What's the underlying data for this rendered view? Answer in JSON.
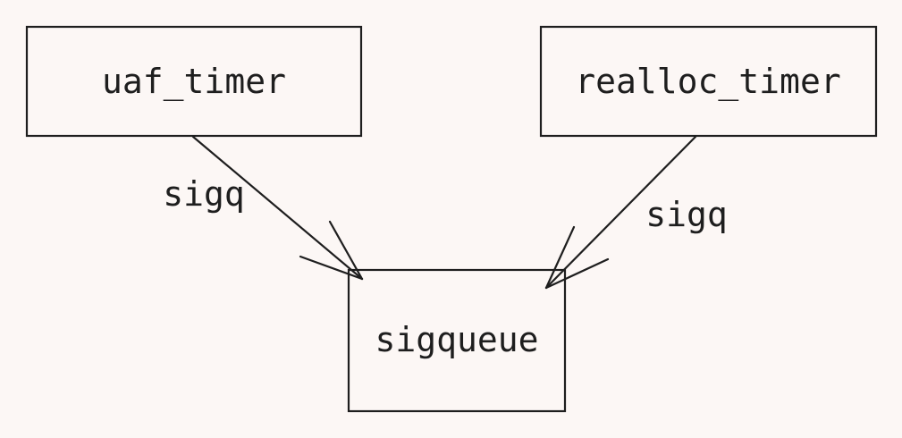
{
  "nodes": {
    "uaf_timer": {
      "label": "uaf_timer"
    },
    "realloc_timer": {
      "label": "realloc_timer"
    },
    "sigqueue": {
      "label": "sigqueue"
    }
  },
  "edges": [
    {
      "from": "uaf_timer",
      "to": "sigqueue",
      "label": "sigq"
    },
    {
      "from": "realloc_timer",
      "to": "sigqueue",
      "label": "sigq"
    }
  ],
  "colors": {
    "background": "#fcf7f5",
    "stroke": "#1e1e1e"
  }
}
